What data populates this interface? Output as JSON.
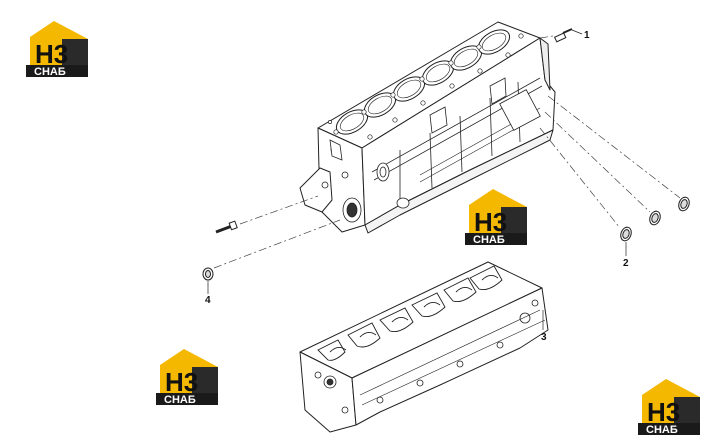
{
  "diagram": {
    "callouts": [
      {
        "id": "1",
        "label": "1"
      },
      {
        "id": "2",
        "label": "2"
      },
      {
        "id": "3",
        "label": "3"
      },
      {
        "id": "4",
        "label": "4"
      }
    ]
  },
  "watermark": {
    "logo_main": "H3",
    "logo_sub": "СНАБ",
    "brand_color": "#f5b800",
    "dark_color": "#222222"
  }
}
